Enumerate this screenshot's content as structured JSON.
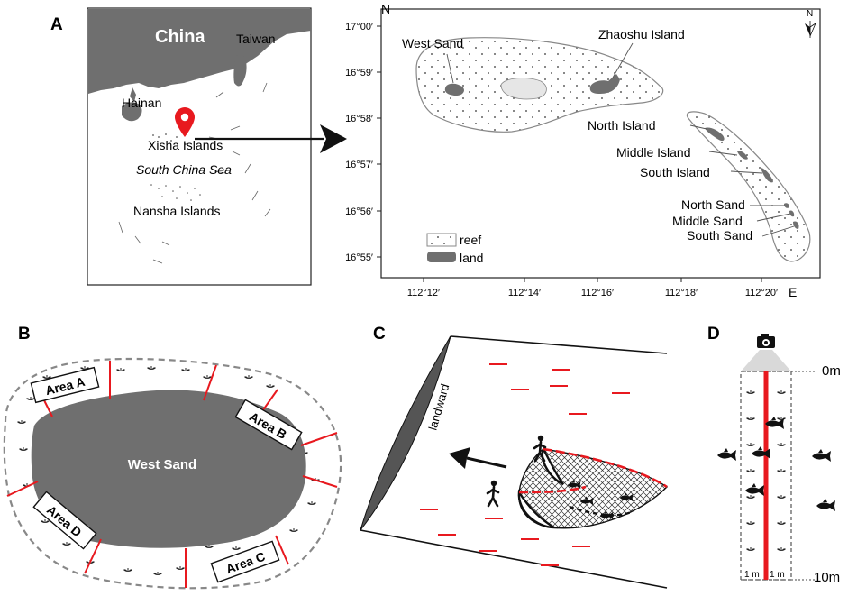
{
  "panel_letters": [
    "A",
    "B",
    "C",
    "D"
  ],
  "panel_a": {
    "country": "China",
    "places": [
      "Taiwan",
      "Hainan",
      "Xisha Islands"
    ],
    "sea": "South China Sea",
    "nansha": "Nansha Islands"
  },
  "panel_a_inset": {
    "north_axis_letter": "N",
    "east_axis_letter": "E",
    "y_ticks": [
      "17°00′",
      "16°59′",
      "16°58′",
      "16°57′",
      "16°56′",
      "16°55′"
    ],
    "x_ticks": [
      "112°12′",
      "112°14′",
      "112°16′",
      "112°18′",
      "112°20′"
    ],
    "compass_letter": "N",
    "features": [
      "West Sand",
      "Zhaoshu Island",
      "North Island",
      "Middle Island",
      "South Island",
      "North Sand",
      "Middle Sand",
      "South Sand"
    ],
    "legend": [
      {
        "label": "reef",
        "color": "#ffffff"
      },
      {
        "label": "land",
        "color": "#6f6f6f"
      }
    ]
  },
  "panel_b": {
    "island": "West Sand",
    "areas": [
      "Area A",
      "Area B",
      "Area C",
      "Area D"
    ]
  },
  "panel_c": {
    "direction_label": "landward"
  },
  "panel_d": {
    "top_label": "0m",
    "bottom_label": "10m",
    "width_labels": [
      "1 m",
      "1 m"
    ]
  },
  "colors": {
    "land": "#6f6f6f",
    "marker": "#e8191f",
    "transect": "#e8191f",
    "outline": "#888888"
  }
}
